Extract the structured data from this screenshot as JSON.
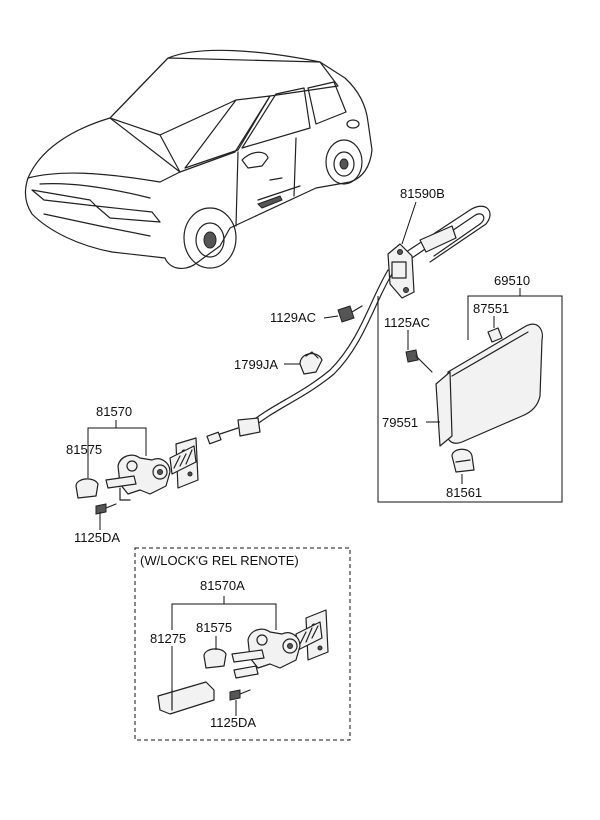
{
  "diagram": {
    "labels": {
      "p81590B": "81590B",
      "p69510": "69510",
      "p87551": "87551",
      "p1125AC": "1125AC",
      "p1129AC": "1129AC",
      "p1799JA": "1799JA",
      "p79551": "79551",
      "p81561": "81561",
      "p81570": "81570",
      "p81575_top": "81575",
      "p1125DA_top": "1125DA",
      "option_title": "(W/LOCK'G REL RENOTE)",
      "p81570A": "81570A",
      "p81275": "81275",
      "p81575_bottom": "81575",
      "p1125DA_bottom": "1125DA"
    }
  }
}
